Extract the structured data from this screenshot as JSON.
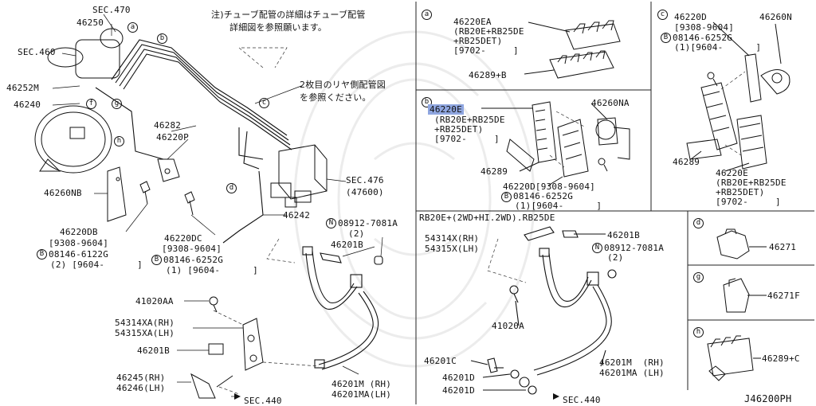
{
  "diagram_code": "J46200PH",
  "notes": {
    "tube_detail_1": "注)チューブ配管の詳細はチューブ配管",
    "tube_detail_2": "詳細図を参照願います。",
    "rear_ref_1": "2枚目のリヤ側配管図",
    "rear_ref_2": "を参照ください。"
  },
  "letters": {
    "a": "a",
    "b": "b",
    "c": "c",
    "d": "d",
    "f": "f",
    "g": "g",
    "h": "h",
    "B": "B",
    "N": "N"
  },
  "main": {
    "sec470": "SEC.470",
    "p46250": "46250",
    "sec460": "SEC.460",
    "p46252m": "46252M",
    "p46240": "46240",
    "p46282": "46282",
    "p46220p": "46220P",
    "p46260nb": "46260NB",
    "p46220db": "46220DB",
    "p46220db_range": "[9308-9604]",
    "bolt_08146_6122g": "08146-6122G",
    "bolt_08146_6122g_qty": "(2) [9604-      ]",
    "p46220dc": "46220DC",
    "p46220dc_range": "[9308-9604]",
    "bolt_08146_6252g": "08146-6252G",
    "bolt_08146_6252g_qty": "(1) [9604-      ]",
    "sec476": "SEC.476",
    "sec476_sub": "(47600)",
    "p46242": "46242",
    "nut_08912_7081a": "08912-7081A",
    "nut_qty": "(2)",
    "p46201b": "46201B",
    "p41020aa": "41020AA",
    "p54314xa": "54314XA(RH)",
    "p54315xa": "54315XA(LH)",
    "p46201b_2": "46201B",
    "p46245": "46245(RH)",
    "p46246": "46246(LH)",
    "sec440": "SEC.440",
    "p46201m": "46201M (RH)",
    "p46201ma": "46201MA(LH)"
  },
  "panel_a": {
    "part": "46220EA",
    "variant_1": "(RB20E+RB25DE",
    "variant_2": "+RB25DET)",
    "range": "[9702-     ]",
    "part2": "46289+B"
  },
  "panel_b": {
    "part": "46220E",
    "variant_1": "(RB20E+RB25DE",
    "variant_2": "+RB25DET)",
    "range": "[9702-     ]",
    "p46260na": "46260NA",
    "p46289": "46289",
    "p46220d": "46220D[9308-9604]",
    "bolt": "08146-6252G",
    "bolt_qty": "(1)[9604-      ]"
  },
  "panel_c": {
    "p46220d": "46220D",
    "range": "[9308-9604]",
    "bolt": "08146-6252G",
    "bolt_qty": "(1)[9604-      ]",
    "p46260n": "46260N",
    "p46289": "46289",
    "p46220e": "46220E",
    "variant_1": "(RB20E+RB25DE",
    "variant_2": "+RB25DET)",
    "range2": "[9702-     ]"
  },
  "panel_rb20e": {
    "heading": "RB20E+(2WD+HI.2WD).RB25DE",
    "p54314x": "54314X(RH)",
    "p54315x": "54315X(LH)",
    "p46201b": "46201B",
    "nut": "08912-7081A",
    "nut_qty": "(2)",
    "p41020a": "41020A",
    "p46201c": "46201C",
    "p46201d_1": "46201D",
    "p46201d_2": "46201D",
    "p46201m": "46201M  (RH)",
    "p46201ma": "46201MA (LH)",
    "sec440": "SEC.440"
  },
  "panel_d": {
    "part": "46271"
  },
  "panel_g": {
    "part": "46271F"
  },
  "panel_h": {
    "part": "46289+C"
  }
}
